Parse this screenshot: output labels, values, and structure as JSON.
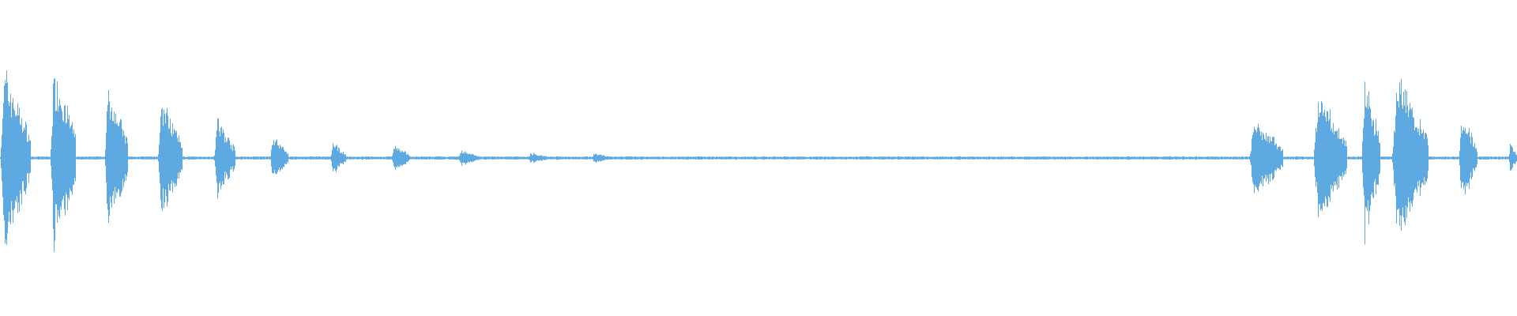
{
  "waveform": {
    "color": "#5ea9e2",
    "background": "#ffffff",
    "bursts": [
      {
        "start": 0.0,
        "end": 0.02,
        "amplitude": 0.68
      },
      {
        "start": 0.033,
        "end": 0.05,
        "amplitude": 0.7
      },
      {
        "start": 0.069,
        "end": 0.084,
        "amplitude": 0.56
      },
      {
        "start": 0.104,
        "end": 0.12,
        "amplitude": 0.46
      },
      {
        "start": 0.141,
        "end": 0.155,
        "amplitude": 0.3
      },
      {
        "start": 0.178,
        "end": 0.19,
        "amplitude": 0.17
      },
      {
        "start": 0.218,
        "end": 0.228,
        "amplitude": 0.12
      },
      {
        "start": 0.258,
        "end": 0.27,
        "amplitude": 0.1
      },
      {
        "start": 0.302,
        "end": 0.316,
        "amplitude": 0.06
      },
      {
        "start": 0.348,
        "end": 0.362,
        "amplitude": 0.04
      },
      {
        "start": 0.39,
        "end": 0.402,
        "amplitude": 0.04
      },
      {
        "start": 0.824,
        "end": 0.846,
        "amplitude": 0.32
      },
      {
        "start": 0.866,
        "end": 0.888,
        "amplitude": 0.5
      },
      {
        "start": 0.898,
        "end": 0.91,
        "amplitude": 0.62
      },
      {
        "start": 0.918,
        "end": 0.942,
        "amplitude": 0.62
      },
      {
        "start": 0.962,
        "end": 0.974,
        "amplitude": 0.35
      },
      {
        "start": 0.995,
        "end": 1.0,
        "amplitude": 0.12
      }
    ],
    "baseline_amplitude": 0.012
  }
}
